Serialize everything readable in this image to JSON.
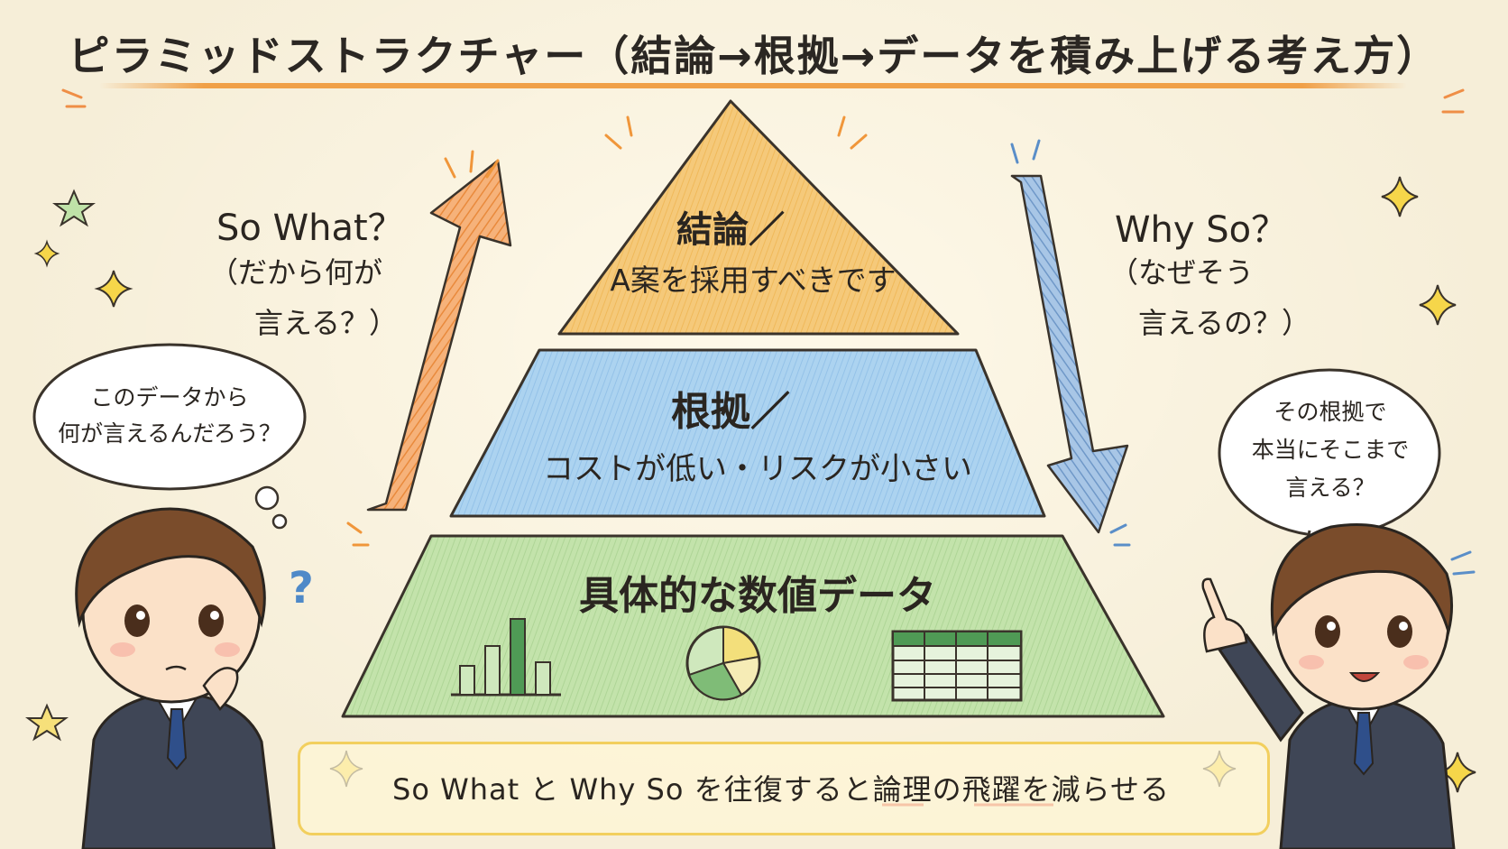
{
  "title": "ピラミッドストラクチャー（結論→根拠→データを積み上げる考え方）",
  "pyramid": {
    "top": {
      "line1": "結論／",
      "line2": "A案を採用すべきです",
      "color": "#f5c97a"
    },
    "middle": {
      "line1": "根拠／",
      "line2": "コストが低い・リスクが小さい",
      "color": "#a9d0ef"
    },
    "bottom": {
      "line1": "具体的な数値データ",
      "color": "#bfe0a8"
    }
  },
  "left_arrow": {
    "heading": "So What？",
    "sub_line1": "（だから何が",
    "sub_line2": "言える？）",
    "color": "#f2a460"
  },
  "right_arrow": {
    "heading": "Why So？",
    "sub_line1": "（なぜそう",
    "sub_line2": "言えるの？）",
    "color": "#8fb4dc"
  },
  "left_bubble": {
    "line1": "このデータから",
    "line2": "何が言えるんだろう？"
  },
  "right_bubble": {
    "line1": "その根拠で",
    "line2": "本当にそこまで",
    "line3": "言える？"
  },
  "question_mark": "?",
  "footer": {
    "text": "So What と Why So を往復すると論理の飛躍を減らせる"
  }
}
